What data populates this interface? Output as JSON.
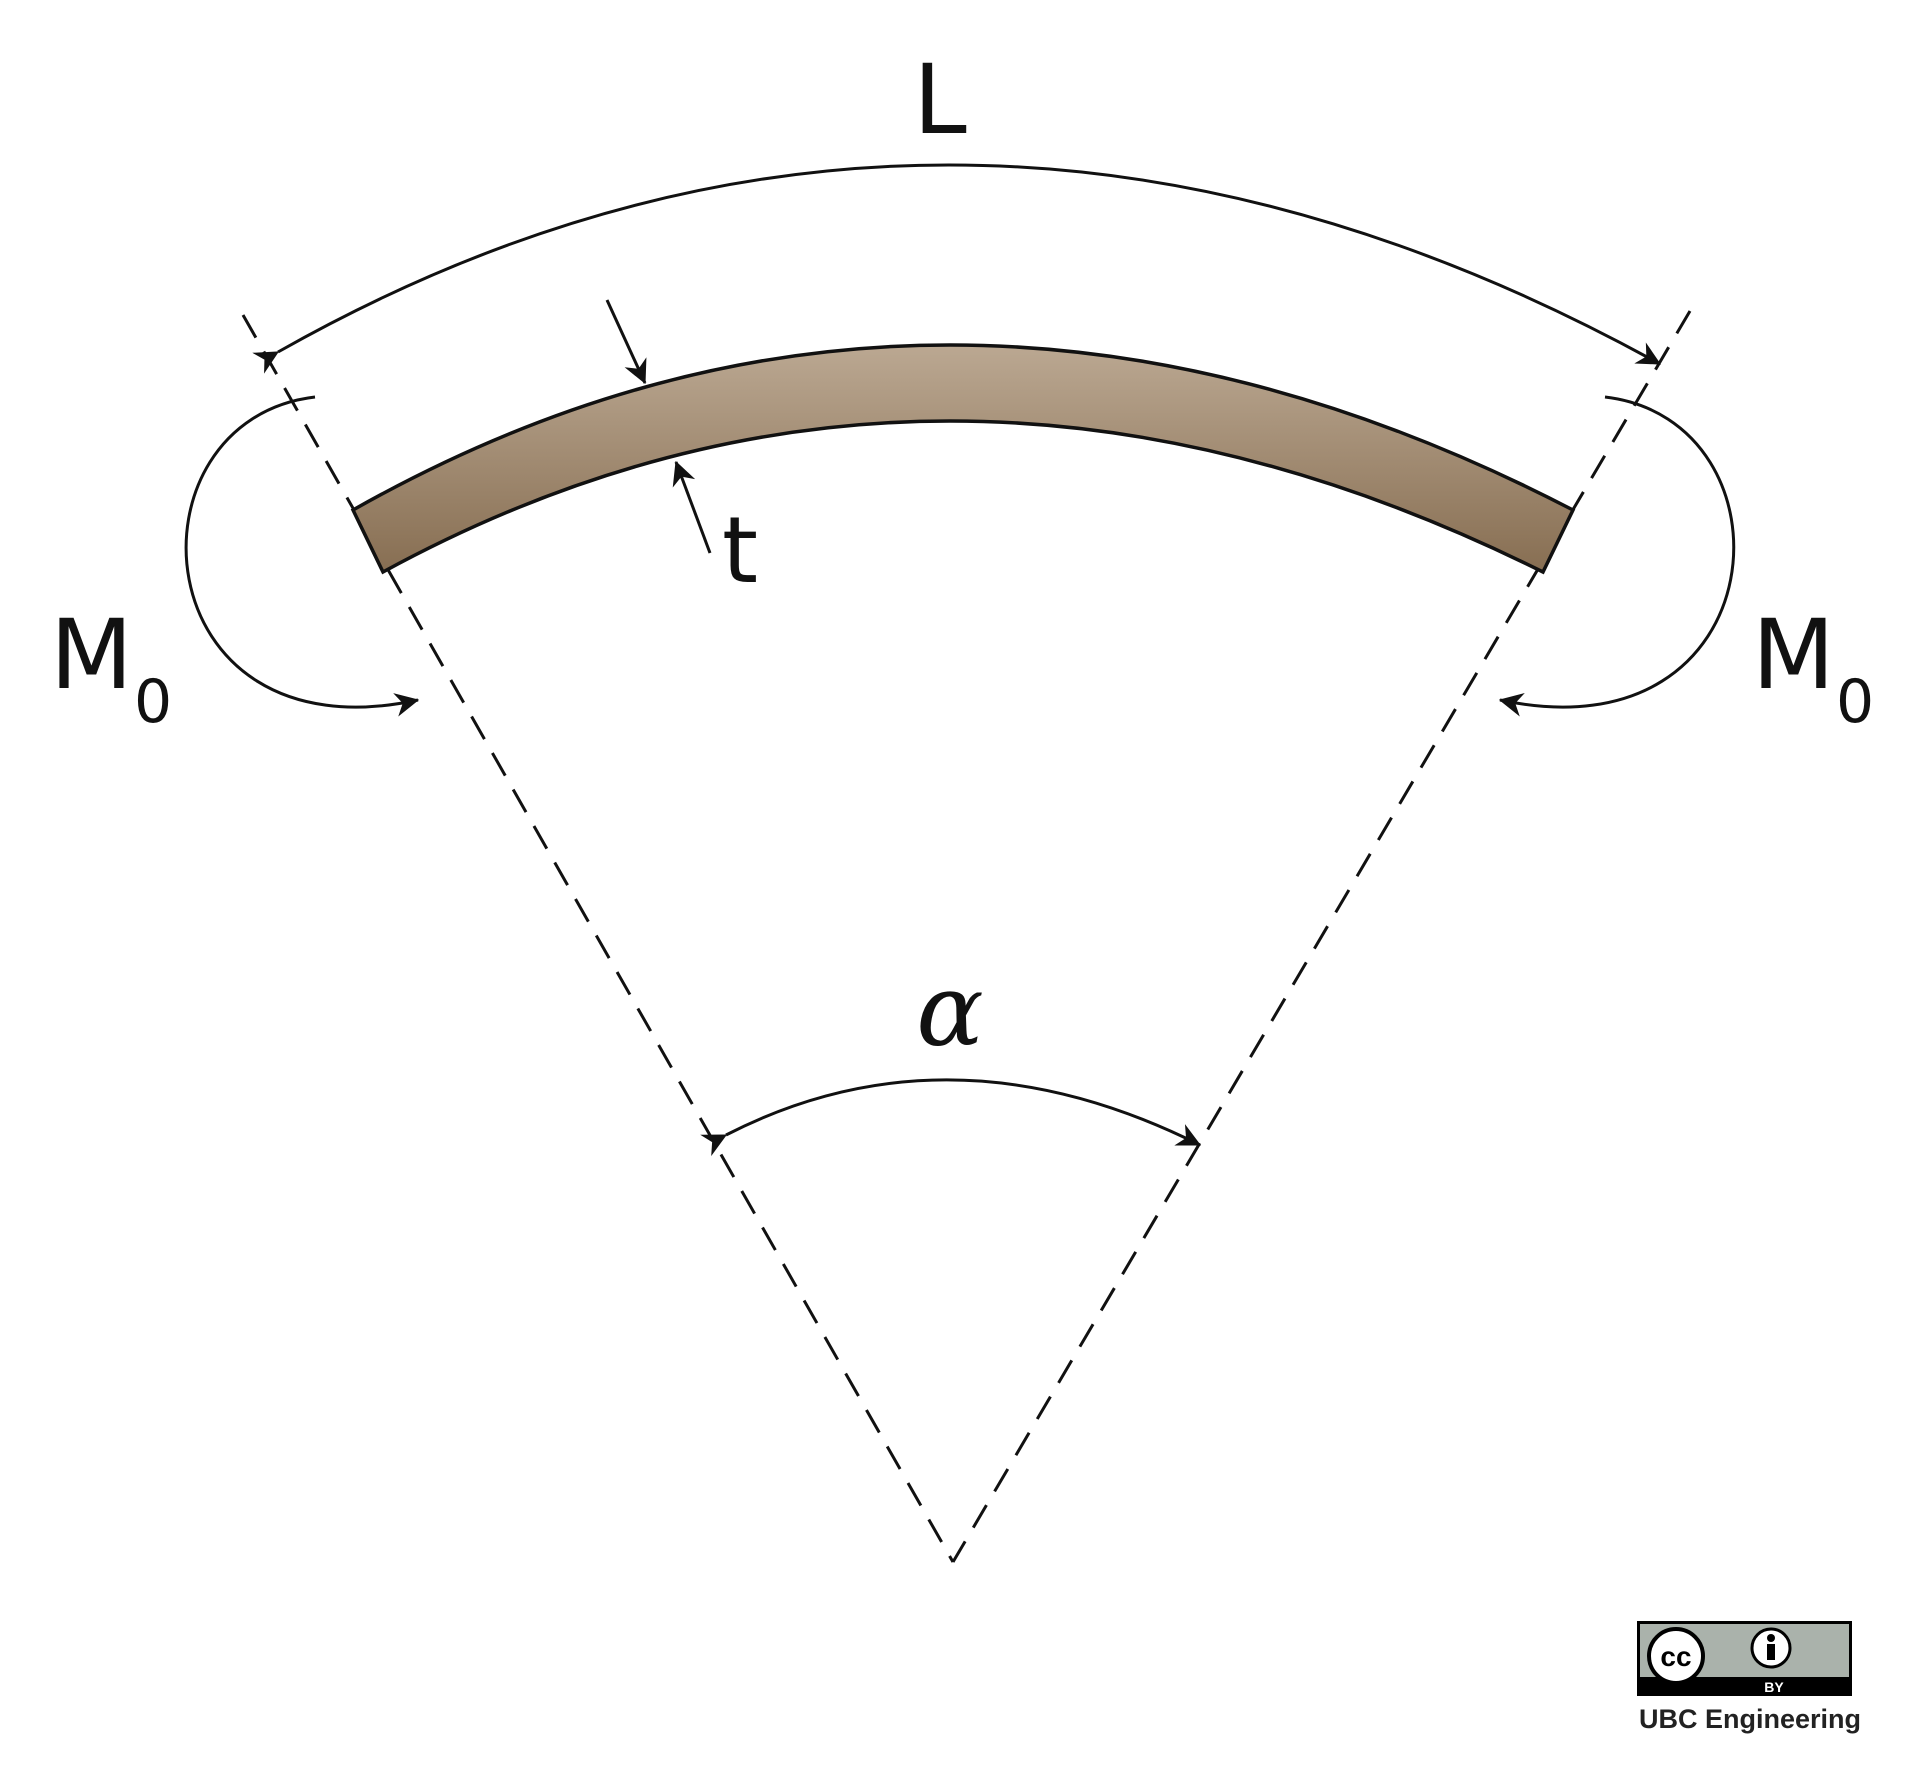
{
  "labels": {
    "length": "L",
    "thickness": "t",
    "moment_left": "M",
    "moment_left_sub": "0",
    "moment_right": "M",
    "moment_right_sub": "0",
    "angle": "α"
  },
  "colors": {
    "beam_top": "#bba892",
    "beam_bottom": "#876e52",
    "stroke": "#111111"
  },
  "license": {
    "badge_cc": "cc",
    "badge_by": "BY",
    "credit": "UBC Engineering"
  }
}
